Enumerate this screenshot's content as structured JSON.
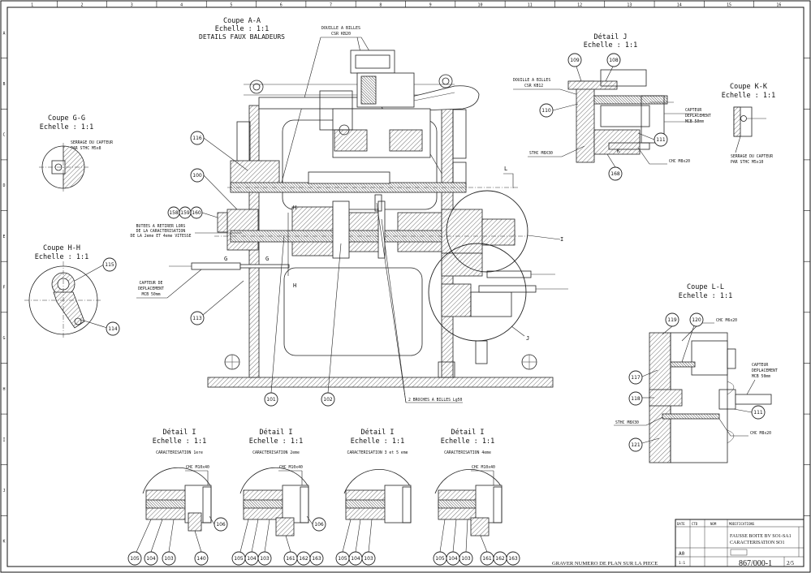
{
  "views": {
    "section_aa": {
      "title": "Coupe A-A",
      "scale": "Echelle :  1:1",
      "subtitle": "DETAILS FAUX BALADEURS"
    },
    "section_gg": {
      "title": "Coupe G-G",
      "scale": "Echelle :  1:1"
    },
    "section_hh": {
      "title": "Coupe H-H",
      "scale": "Echelle :  1:1"
    },
    "detail_j": {
      "title": "Détail J",
      "scale": "Echelle :  1:1"
    },
    "section_kk": {
      "title": "Coupe K-K",
      "scale": "Echelle :  1:1"
    },
    "section_ll": {
      "title": "Coupe L-L",
      "scale": "Echelle :  1:1"
    },
    "detail_i_1": {
      "title": "Détail I",
      "scale": "Echelle :  1:1",
      "note": "CARACTERISATION 1ere"
    },
    "detail_i_2": {
      "title": "Détail I",
      "scale": "Echelle :  1:1",
      "note": "CARACTERISATION 2eme"
    },
    "detail_i_3": {
      "title": "Détail I",
      "scale": "Echelle :  1:1",
      "note": "CARACTERISATION 3 et 5 eme"
    },
    "detail_i_4": {
      "title": "Détail I",
      "scale": "Echelle :  1:1",
      "note": "CARACTERISATION 4eme"
    }
  },
  "notes": {
    "douille_aa": [
      "DOUILLE A BILLES",
      "CSR KB20"
    ],
    "douille_j": [
      "DOUILLE A BILLES",
      "CSR KB12"
    ],
    "serrage_gg": [
      "SERRAGE DU CAPTEUR",
      "PAR STHC M5x8"
    ],
    "serrage_kk": [
      "SERRAGE DU CAPTEUR",
      "PAR STHC M5x10"
    ],
    "butees": [
      "BUTEES A RETIRER LORS",
      "DE LA CARACTERISATION",
      "DE LA 2eme ET 4eme VITESSE"
    ],
    "capteur_aa": [
      "CAPTEUR DE",
      "DEPLACEMENT",
      "MCB 50mm"
    ],
    "capteur_j": [
      "CAPTEUR",
      "DEPLACEMENT",
      "MCB 50mm"
    ],
    "capteur_ll": [
      "CAPTEUR",
      "DEPLACEMENT",
      "MCB 50mm"
    ],
    "sthc_j": "STHC M8X30",
    "chc_j": "CHC M8x20",
    "chc_ll_top": "CHC M6x20",
    "sthc_ll": "STHC M8X30",
    "chc_ll_bottom": "CHC M8x20",
    "broches": "2 BROCHES A BILLES Lg50",
    "chc_i": "CHC M10x40",
    "engrave": "GRAVER NUMERO DE PLAN SUR LA PIECE"
  },
  "section_markers": {
    "h": "H",
    "g": "G",
    "l": "L",
    "i": "I",
    "j": "J",
    "k": "K"
  },
  "callouts": {
    "aa_116": "116",
    "aa_100": "100",
    "aa_158": "158",
    "aa_159": "159",
    "aa_160": "160",
    "aa_113": "113",
    "aa_101": "101",
    "aa_102": "102",
    "hh_115": "115",
    "hh_114": "114",
    "j_109": "109",
    "j_108": "108",
    "j_110": "110",
    "j_111": "111",
    "j_168": "168",
    "ll_119": "119",
    "ll_120": "120",
    "ll_117": "117",
    "ll_118": "118",
    "ll_111": "111",
    "ll_121": "121",
    "i1_105": "105",
    "i1_104": "104",
    "i1_103": "103",
    "i1_140": "140",
    "i1_106": "106",
    "i2_105": "105",
    "i2_104": "104",
    "i2_103": "103",
    "i2_161": "161",
    "i2_162": "162",
    "i2_163": "163",
    "i2_106": "106",
    "i3_105": "105",
    "i3_104": "104",
    "i3_103": "103",
    "i4_105": "105",
    "i4_104": "104",
    "i4_103": "103",
    "i4_161": "161",
    "i4_162": "162",
    "i4_163": "163"
  },
  "title_block": {
    "col_date": "DATE",
    "col_ctd": "CTD",
    "col_nom": "NOM",
    "col_mod": "MODIFICATIONS",
    "title_line1": "FAUSSE BOITE BV SO1-SA1",
    "title_line2": "CARACTERISATION SO1",
    "format": "A0",
    "scale": "1:1",
    "drawing_number": "867/000-1",
    "sheet": "2/5"
  },
  "frame": {
    "top": [
      "1",
      "2",
      "3",
      "4",
      "5",
      "6",
      "7",
      "8",
      "9",
      "10",
      "11",
      "12",
      "13",
      "14",
      "15",
      "16"
    ],
    "side": [
      "A",
      "B",
      "C",
      "D",
      "E",
      "F",
      "G",
      "H",
      "I",
      "J",
      "K"
    ]
  }
}
